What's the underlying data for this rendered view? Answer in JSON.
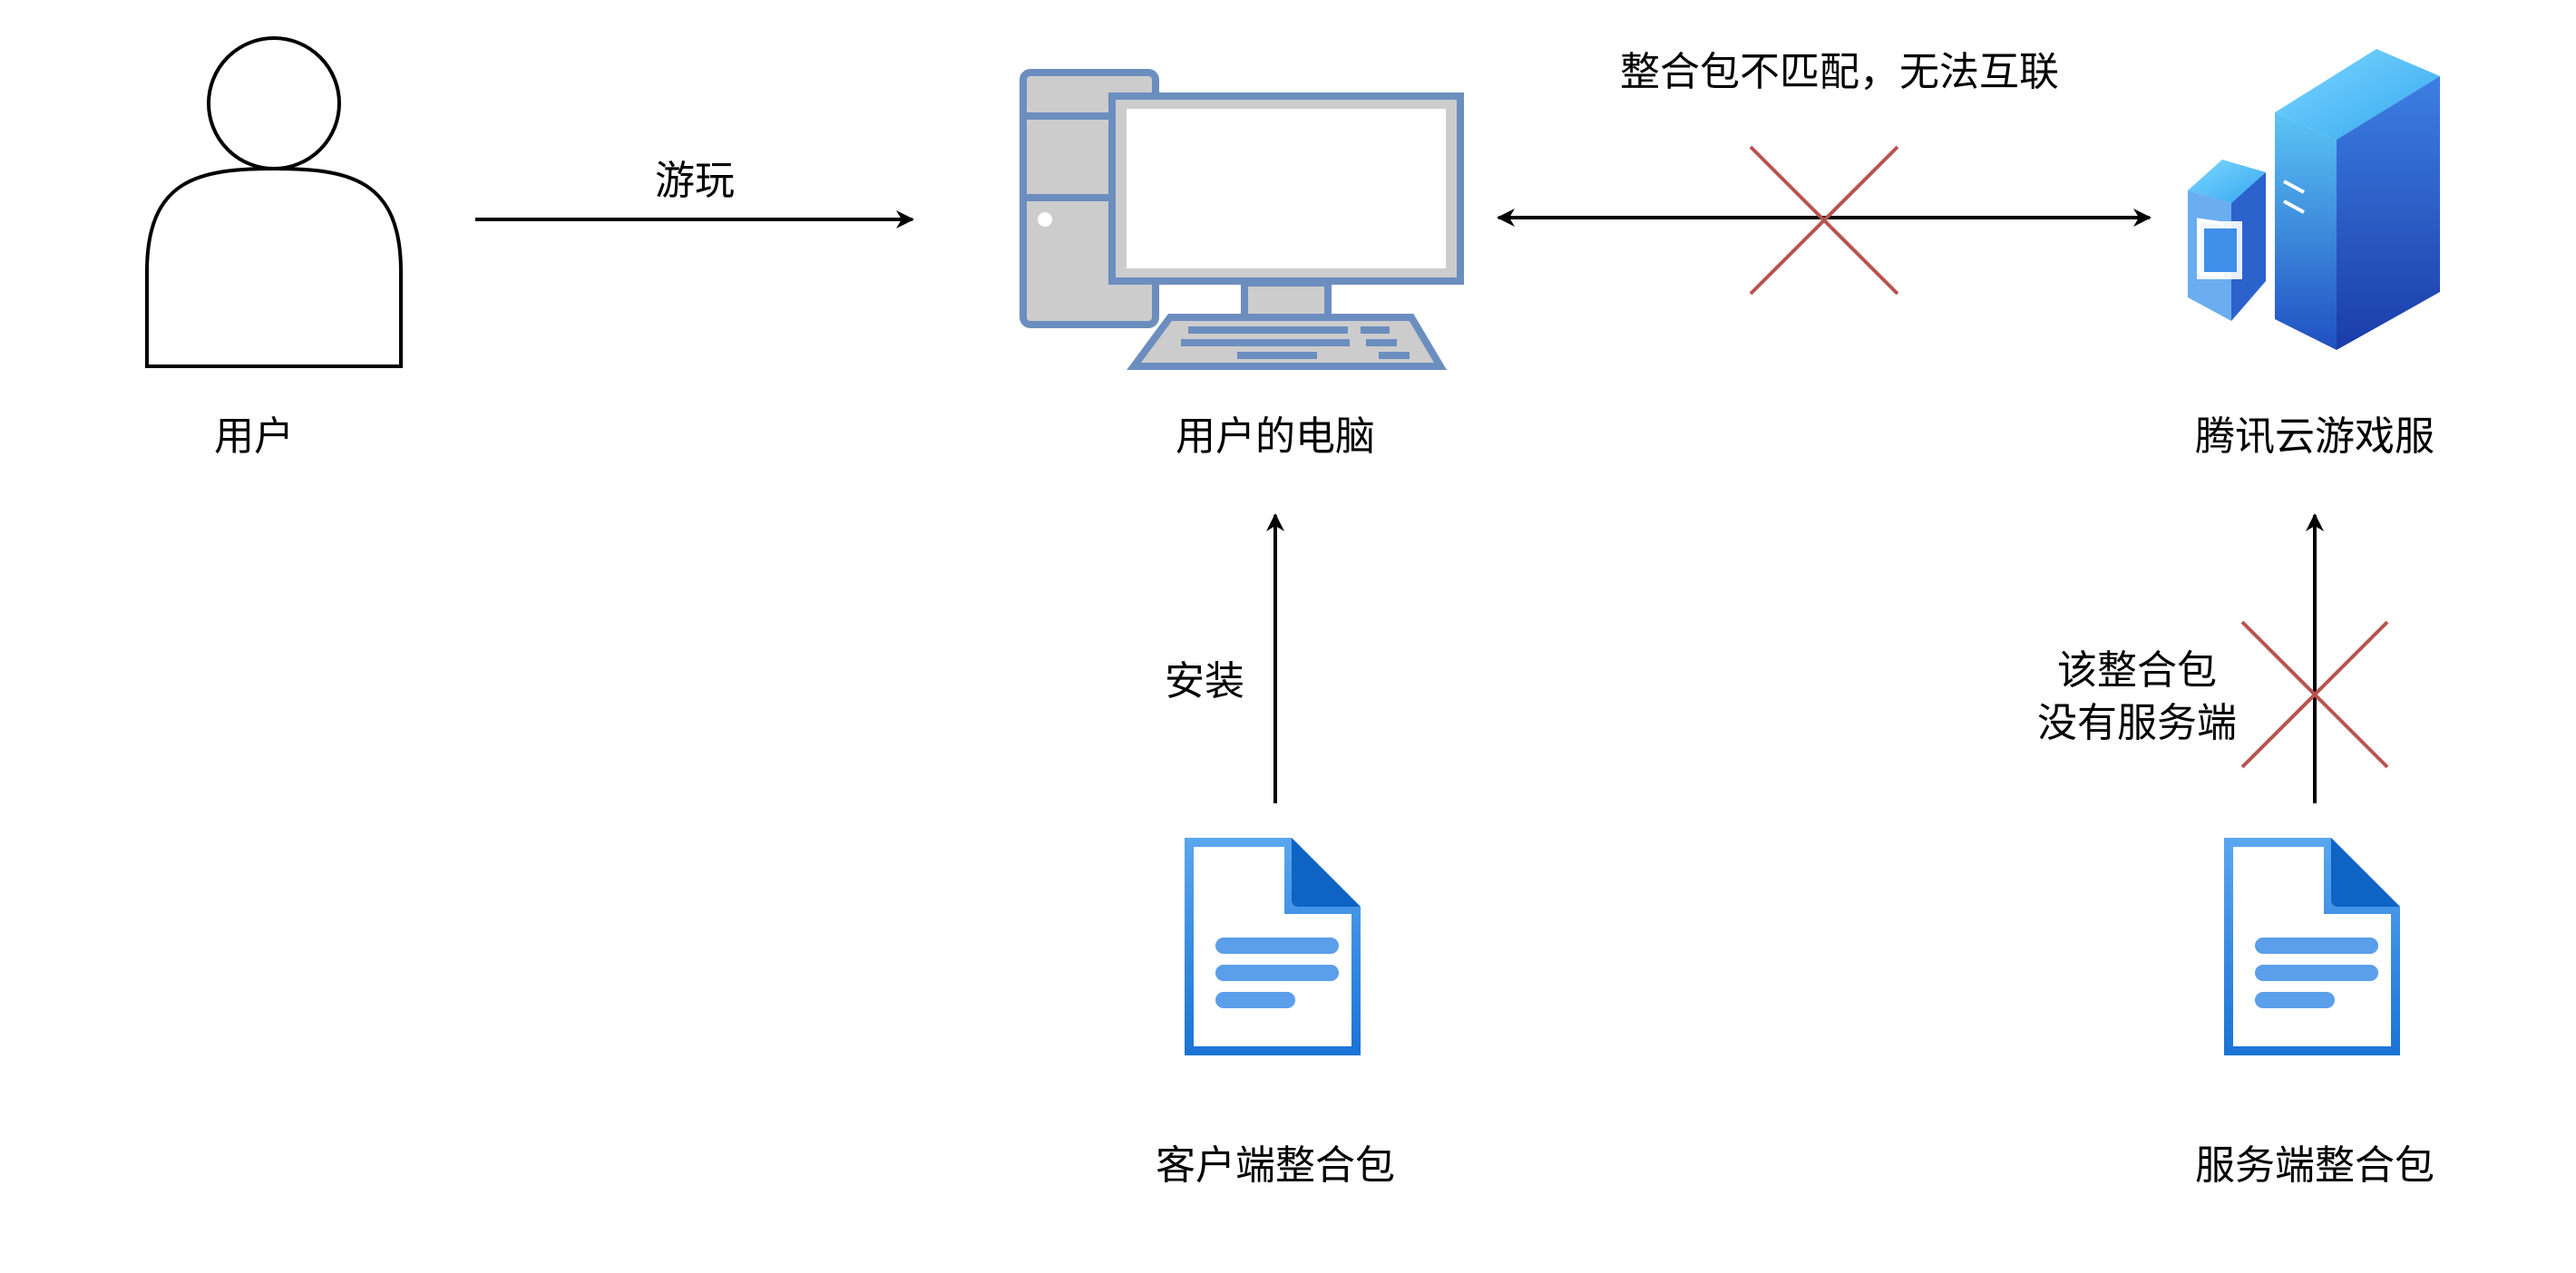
{
  "nodes": {
    "user": {
      "label": "用户",
      "icon": "person-icon"
    },
    "computer": {
      "label": "用户的电脑",
      "icon": "desktop-computer-icon"
    },
    "server": {
      "label": "腾讯云游戏服",
      "icon": "server-icon"
    },
    "client_pack": {
      "label": "客户端整合包",
      "icon": "document-icon"
    },
    "server_pack": {
      "label": "服务端整合包",
      "icon": "document-icon"
    }
  },
  "edges": {
    "play": {
      "label": "游玩",
      "from": "user",
      "to": "computer"
    },
    "link": {
      "label": "整合包不匹配，无法互联",
      "from": "computer",
      "to": "server",
      "bidirectional": true,
      "blocked": true
    },
    "install": {
      "label": "安装",
      "from": "client_pack",
      "to": "computer"
    },
    "deploy": {
      "label_lines": [
        "该整合包",
        "没有服务端"
      ],
      "from": "server_pack",
      "to": "server",
      "blocked": true
    }
  },
  "colors": {
    "line": "#000000",
    "cross": "#b85450",
    "computer_stroke": "#6c8ebf",
    "computer_fill": "#cccccc",
    "doc_blue": "#1477d6",
    "doc_light": "#5b9ee9",
    "server_light": "#5bc6f5",
    "server_dark": "#1a3ca8"
  }
}
